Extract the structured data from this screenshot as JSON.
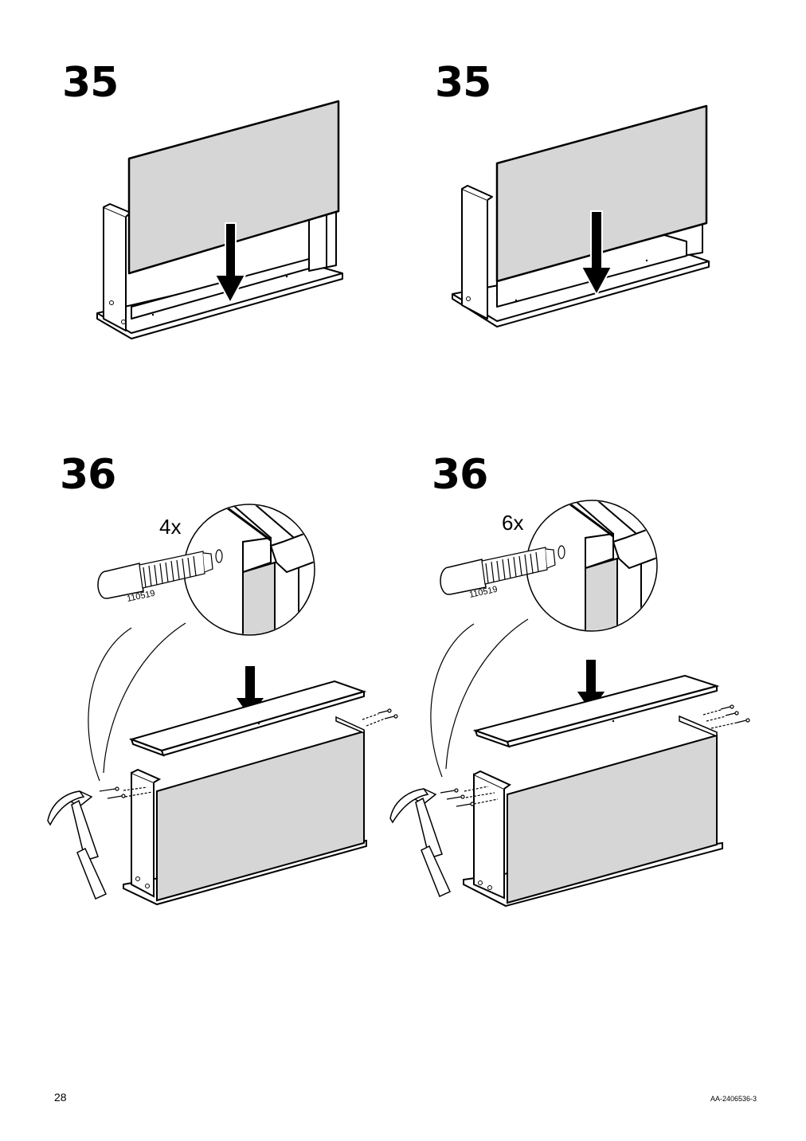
{
  "steps": [
    {
      "number": "35"
    },
    {
      "number": "35"
    },
    {
      "number": "36",
      "quantity": "4x",
      "part_number": "110519"
    },
    {
      "number": "36",
      "quantity": "6x",
      "part_number": "110519"
    }
  ],
  "footer": {
    "page_number": "28",
    "document_code": "AA-2406536-3"
  },
  "icons": [
    "down-arrow-icon",
    "hammer-icon",
    "dowel-icon",
    "screw-icon"
  ],
  "colors": {
    "panel_fill": "#d6d6d6",
    "line": "#000000",
    "background": "#ffffff"
  }
}
